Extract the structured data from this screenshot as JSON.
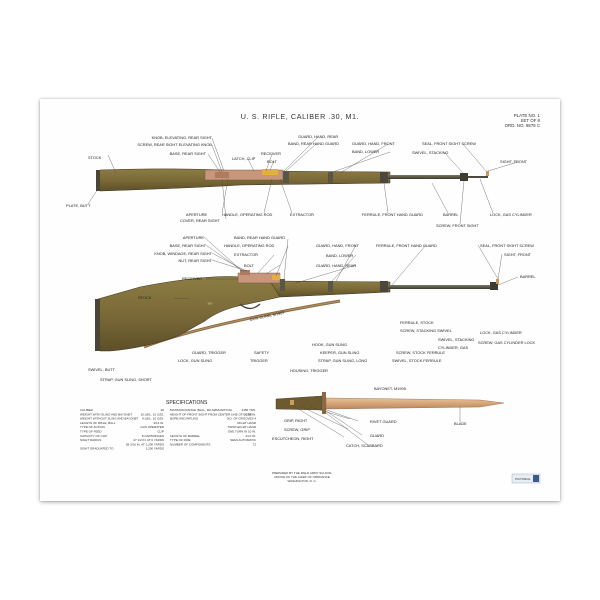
{
  "title": "U. S. RIFLE, CALIBER .30, M1.",
  "plate": {
    "line1": "PLATE NO. 1",
    "line2": "SET OF 8",
    "line3": "ORD. NO. 9879 C"
  },
  "labels_top": {
    "stock": "STOCK",
    "knob_elev_rear": "KNOB, ELEVATING, REAR SIGHT",
    "screw_rear_elev": "SCREW, REAR SIGHT ELEVATING KNOB",
    "base_rear": "BASE, REAR SIGHT",
    "latch_clip": "LATCH, CLIP",
    "guard_hand_rear": "GUARD, HAND, REAR",
    "band_rear_hand_guard": "BAND, REAR HAND GUARD",
    "receiver": "RECEIVER",
    "bolt": "BOLT",
    "guard_hand_front": "GUARD, HAND, FRONT",
    "band_lower": "BAND, LOWER",
    "seal_front_sight_screw": "SEAL, FRONT SIGHT SCREW",
    "swivel_stacking": "SWIVEL, STACKING",
    "sight_front": "SIGHT, FRONT",
    "plate_butt": "PLATE, BUTT",
    "aperture": "APERTURE",
    "cover_rear_sight": "COVER, REAR SIGHT",
    "handle_operating_rod": "HANDLE, OPERATING ROD",
    "extractor": "EXTRACTOR",
    "ferrule_front_hand_guard": "FERRULE, FRONT HAND GUARD",
    "barrel": "BARREL",
    "screw_front_sight": "SCREW, FRONT SIGHT",
    "lock_gas_cylinder": "LOCK, GAS CYLINDER"
  },
  "labels_mid": {
    "aperture": "APERTURE",
    "band_rear_hand_guard": "BAND, REAR HAND GUARD",
    "base_rear": "BASE, REAR SIGHT",
    "handle_operating_rod": "HANDLE, OPERATING ROD",
    "knob_windage": "KNOB, WINDAGE, REAR SIGHT",
    "nut_rear": "NUT, REAR SIGHT",
    "extractor": "EXTRACTOR",
    "bolt": "BOLT",
    "receiver": "RECEIVER",
    "guard_hand_front": "GUARD, HAND, FRONT",
    "band_lower": "BAND, LOWER",
    "guard_hand_rear": "GUARD, HAND, REAR",
    "ferrule_front_hand_guard": "FERRULE, FRONT HAND GUARD",
    "seal_front_sight_screw": "SEAL, FRONT SIGHT SCREW",
    "sight_front": "SIGHT, FRONT",
    "barrel": "BARREL",
    "stock": "STOCK",
    "ferrule_stock": "FERRULE, STOCK",
    "screw_stacking_swivel": "SCREW, STACKING SWIVEL",
    "swivel_stacking": "SWIVEL, STACKING",
    "cylinder_gas": "CYLINDER, GAS",
    "lock_gas_cylinder": "LOCK, GAS CYLINDER",
    "screw_gas_cylinder_lock": "SCREW, GAS CYLINDER LOCK",
    "gun_sling": "GUN SLING, M1907",
    "hook_gun_sling": "HOOK, GUN SLING",
    "keeper_gun_sling": "KEEPER, GUN SLING",
    "strap_long": "STRAP, GUN SLING, LONG",
    "screw_stock_ferrule": "SCREW, STOCK FERRULE",
    "swivel_stock_ferrule": "SWIVEL, STOCK FERRULE",
    "guard_trigger": "GUARD, TRIGGER",
    "safety": "SAFETY",
    "lock_gun_sling": "LOCK, GUN SLING",
    "trigger": "TRIGGER",
    "housing_trigger": "HOUSING, TRIGGER",
    "swivel_butt": "SWIVEL, BUTT",
    "strap_short": "STRAP, GUN SLING, SHORT"
  },
  "labels_bayonet": {
    "bayonet": "BAYONET, M1905",
    "grip_right": "GRIP, RIGHT",
    "screw_grip": "SCREW, GRIP",
    "escutcheon": "ESCUTCHEON, RIGHT",
    "rivet_guard": "RIVET GUARD",
    "guard": "GUARD",
    "catch_scabbard": "CATCH, SCABBARD",
    "blade": "BLADE"
  },
  "specifications": {
    "heading": "SPECIFICATIONS",
    "left": [
      [
        "CALIBER",
        ".30"
      ],
      [
        "WEIGHT WITH SLING AND BAYONET",
        "10 LBS., 10 OZS."
      ],
      [
        "WEIGHT WITHOUT SLING AND BAYONET",
        "9 LBS., 10 OZS."
      ],
      [
        "LENGTH OF RIFLE, BALL",
        "43.6 IN."
      ],
      [
        "TYPE OF ACTION",
        "GAS OPERATED"
      ],
      [
        "TYPE OF FEED",
        "CLIP"
      ],
      [
        "CAPACITY OF CLIP",
        "8 CARTRIDGES"
      ],
      [
        "SIGHT RADIUS",
        "27 1/2 IN. AT 0 YARDS"
      ],
      [
        "",
        "28 3/16 IN. AT 1,200 YARDS"
      ],
      [
        "SIGHT GRADUATED TO",
        "1,200 YARDS"
      ]
    ],
    "right": [
      [
        "MAXIMUM RANGE (BALL, M2 AMMUNITION)",
        "3450 YDS."
      ],
      [
        "HEIGHT OF FRONT SIGHT FROM CENTER LINE OF BORE",
        "1.07 IN."
      ],
      [
        "BORE AND RIFLING",
        "NO. OF GROOVES 4"
      ],
      [
        "",
        "RIGHT HAND"
      ],
      [
        "",
        "TWIST-EIGHT HAND"
      ],
      [
        "",
        "ONE TURN IN 10 IN."
      ],
      [
        "LENGTH OF BARREL",
        "24.0 IN."
      ],
      [
        "TYPE OF FIRE",
        "SEMI-AUTOMATIC"
      ],
      [
        "NUMBER OF COMPONENTS",
        "72"
      ]
    ]
  },
  "imprint": {
    "line1": "PREPARED BY THE FIELD ARMY SCHOOL",
    "line2": "OFFICE OF THE CHIEF OF ORDNANCE",
    "line3": "WASHINGTON, D. C."
  },
  "stamp": "PICTORIAL"
}
